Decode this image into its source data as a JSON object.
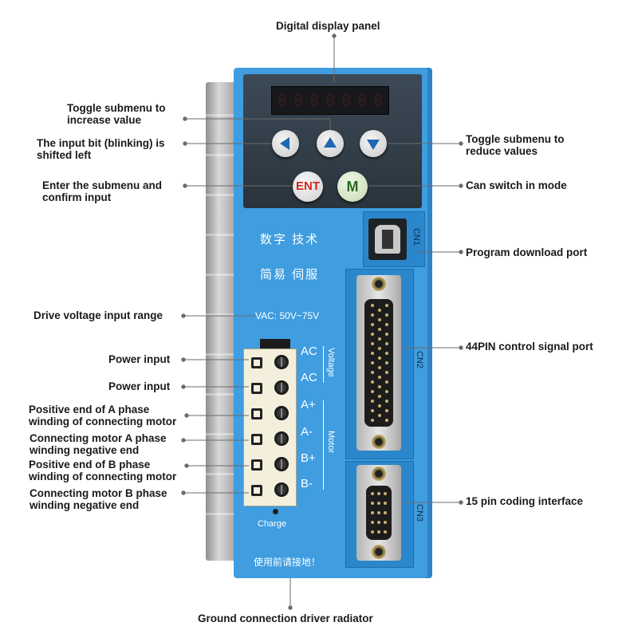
{
  "callouts": {
    "display": "Digital display panel",
    "increase": "Toggle submenu to increase value",
    "shift": "The input bit (blinking) is shifted left",
    "enter": "Enter the submenu and confirm input",
    "reduce": "Toggle submenu to reduce values",
    "mode": "Can switch in mode",
    "program_port": "Program download port",
    "voltage_range": "Drive voltage input range",
    "power1": "Power input",
    "power2": "Power input",
    "a_pos": "Positive end of A phase winding of connecting motor",
    "a_neg": "Connecting motor A phase winding negative end",
    "b_pos": "Positive end of B phase winding of connecting motor",
    "b_neg": "Connecting motor B phase winding negative end",
    "control_port": "44PIN control signal port",
    "coding": "15 pin coding interface",
    "ground": "Ground connection driver radiator"
  },
  "device": {
    "display_digits": [
      "8",
      "8",
      "8",
      "8",
      "8",
      "8",
      "8"
    ],
    "ent_label": "ENT",
    "m_label": "M",
    "cn_line1": "数字 技术",
    "cn_line2": "简易 伺服",
    "vac": "VAC: 50V~75V",
    "pins": [
      "AC",
      "AC",
      "A+",
      "A-",
      "B+",
      "B-"
    ],
    "voltage_tag": "Voltage",
    "motor_tag": "Motor",
    "charge": "Charge",
    "cn1": "CN1",
    "cn2": "CN2",
    "cn3": "CN3",
    "bottom_warning": "使用前请接地！"
  },
  "colors": {
    "body_blue": "#3f9de0",
    "panel_dark": "#2a343d",
    "button_arrow": "#1f68b3",
    "ent_red": "#d8261f",
    "m_green": "#2b6b1d"
  }
}
